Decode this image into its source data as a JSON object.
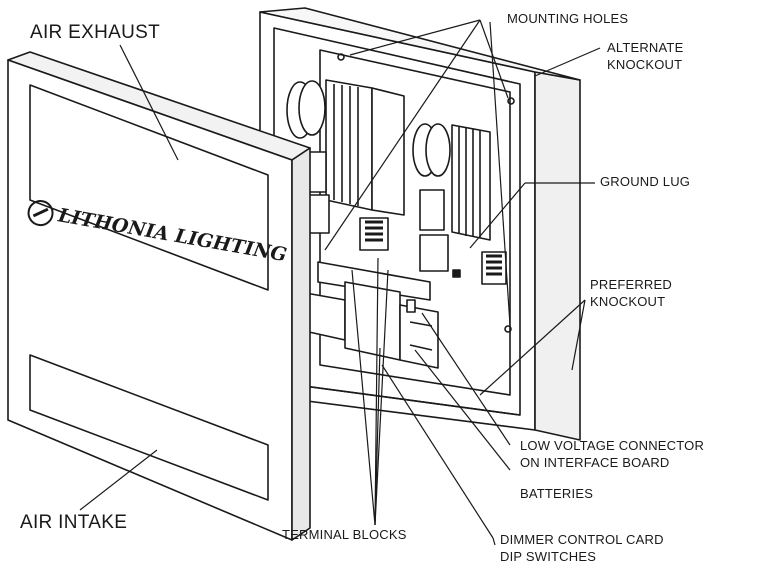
{
  "labels": {
    "air_exhaust": "AIR EXHAUST",
    "air_intake": "AIR INTAKE",
    "mounting_holes": "MOUNTING HOLES",
    "alternate_knockout_1": "ALTERNATE",
    "alternate_knockout_2": "KNOCKOUT",
    "ground_lug": "GROUND LUG",
    "preferred_knockout_1": "PREFERRED",
    "preferred_knockout_2": "KNOCKOUT",
    "low_voltage_1": "LOW VOLTAGE CONNECTOR",
    "low_voltage_2": "ON INTERFACE BOARD",
    "batteries": "BATTERIES",
    "terminal_blocks": "TERMINAL BLOCKS",
    "dimmer_1": "DIMMER CONTROL CARD",
    "dimmer_2": "DIP SWITCHES"
  },
  "logo": {
    "text": "LITHONIA LIGHTING"
  },
  "colors": {
    "line": "#1a1a1a",
    "panel_shade": "#f0f0f0"
  }
}
